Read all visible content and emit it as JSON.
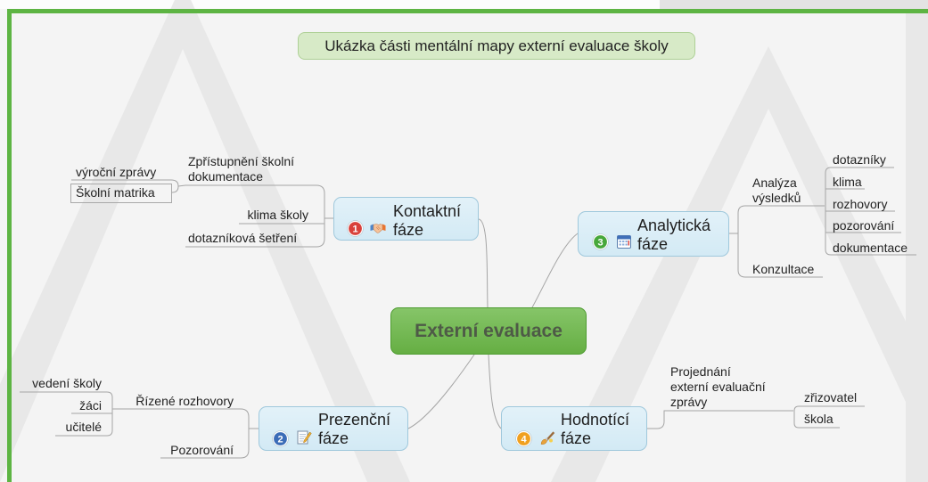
{
  "title": "Ukázka části mentální mapy externí evaluace školy",
  "colors": {
    "frame": "#5db443",
    "title_fill": "#d7eac7",
    "central_fill": "#6bb847",
    "topic_fill": "#d3eaf5",
    "topic_border": "#9fc8dc",
    "line": "#a5a5a5"
  },
  "map": {
    "central": "Externí evaluace",
    "kontaktni": {
      "number": "1",
      "badge_color": "#d9413b",
      "icon": "handshake-icon",
      "label": [
        "Kontaktní",
        "fáze"
      ],
      "children": [
        {
          "label": [
            "Zpřístupnění školní",
            "dokumentace"
          ],
          "children": [
            "výroční zprávy",
            "Školní matrika"
          ]
        },
        {
          "label": [
            "klima školy"
          ]
        },
        {
          "label": [
            "dotazníková šetření"
          ]
        }
      ]
    },
    "prezencni": {
      "number": "2",
      "badge_color": "#3b6cb7",
      "icon": "notepad-pencil-icon",
      "label": [
        "Prezenční",
        "fáze"
      ],
      "children": [
        {
          "label": [
            "Řízené rozhovory"
          ],
          "children": [
            "vedení školy",
            "žáci",
            "učitelé"
          ]
        },
        {
          "label": [
            "Pozorování"
          ]
        }
      ]
    },
    "analyticka": {
      "number": "3",
      "badge_color": "#47a83b",
      "icon": "calendar-icon",
      "label": [
        "Analytická",
        "fáze"
      ],
      "children": [
        {
          "label": [
            "Analýza",
            "výsledků"
          ],
          "children": [
            "dotazníky",
            "klima",
            "rozhovory",
            "pozorování",
            "dokumentace"
          ]
        },
        {
          "label": [
            "Konzultace"
          ]
        }
      ]
    },
    "hodnotici": {
      "number": "4",
      "badge_color": "#f0a01f",
      "icon": "paintbrush-icon",
      "label": [
        "Hodnotící",
        "fáze"
      ],
      "children": [
        {
          "label": [
            "Projednání",
            "externí evaluační",
            "zprávy"
          ],
          "children": [
            "zřizovatel",
            "škola"
          ]
        }
      ]
    }
  }
}
